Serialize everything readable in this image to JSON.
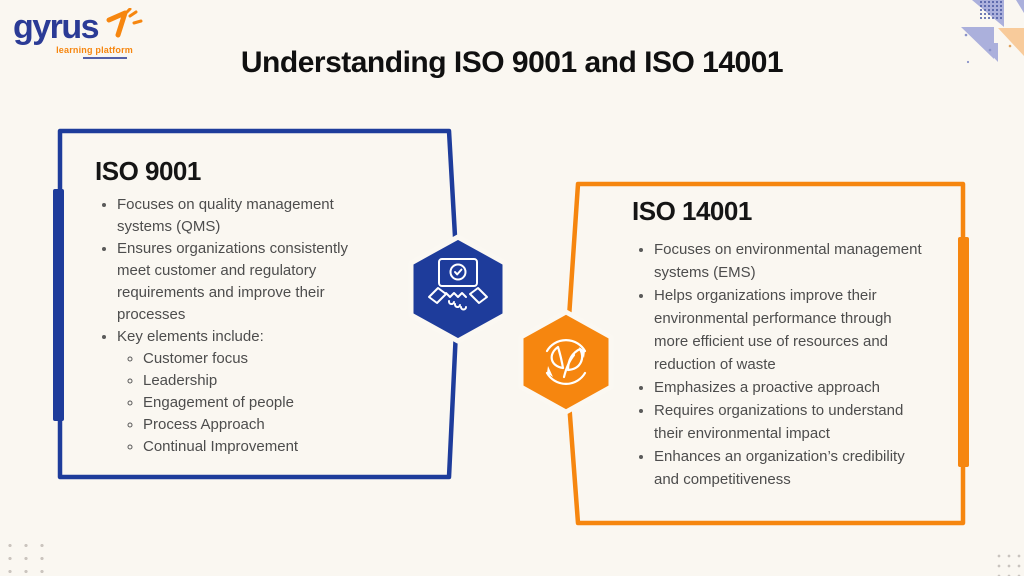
{
  "logo": {
    "brand": "gyrus",
    "tagline": "learning platform"
  },
  "title": "Understanding ISO 9001 and ISO 14001",
  "cards": [
    {
      "heading": "ISO 9001",
      "accent_color": "#1e3c9b",
      "icon": "handshake-certificate-icon",
      "bullets": [
        "Focuses on quality management systems (QMS)",
        "Ensures organizations consistently meet customer and regulatory requirements and improve their processes",
        "Key elements include:"
      ],
      "sub_bullets": [
        "Customer focus",
        "Leadership",
        "Engagement of people",
        "Process Approach",
        "Continual Improvement"
      ]
    },
    {
      "heading": "ISO 14001",
      "accent_color": "#f6860f",
      "icon": "eco-cycle-leaves-icon",
      "bullets": [
        "Focuses on environmental management systems (EMS)",
        "Helps organizations improve their environmental performance through more efficient use of resources and reduction of waste",
        "Emphasizes a proactive approach",
        "Requires organizations to understand their environmental impact",
        "Enhances an organization’s credibility and competitiveness"
      ]
    }
  ],
  "colors": {
    "background": "#faf7f1",
    "blue": "#1e3c9b",
    "orange": "#f6860f",
    "body_text": "#4d4d4d",
    "heading_text": "#101010",
    "lavender": "#abb0dc",
    "peach": "#f8cb9b",
    "dot_gray": "#c9c4bf"
  }
}
